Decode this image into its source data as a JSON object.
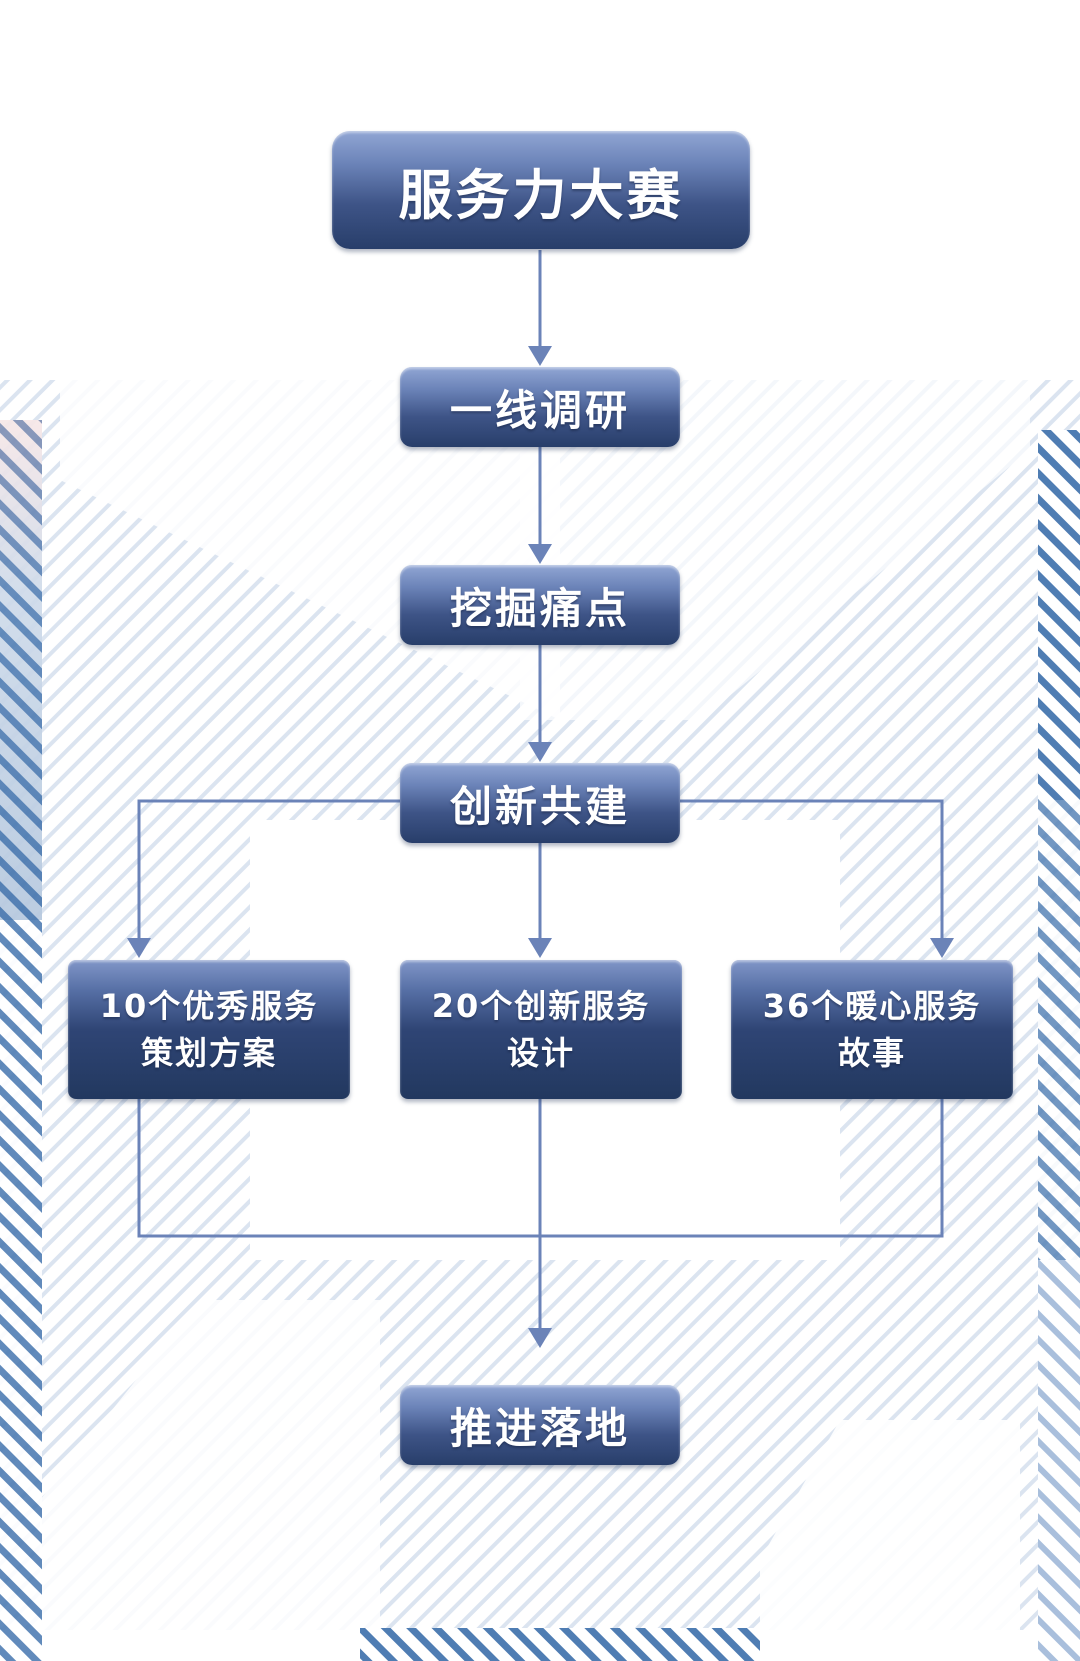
{
  "diagram": {
    "title": "服务力大赛",
    "steps": {
      "research": "一线调研",
      "pain_points": "挖掘痛点",
      "co_create": "创新共建",
      "implement": "推进落地"
    },
    "outcomes": [
      {
        "line1": "10个优秀服务",
        "line2": "策划方案"
      },
      {
        "line1": "20个创新服务",
        "line2": "设计"
      },
      {
        "line1": "36个暖心服务",
        "line2": "故事"
      }
    ]
  },
  "colors": {
    "connector": "#6b83b8",
    "stripe_light": "#c9d6e8",
    "stripe_dark": "#4d79b0"
  }
}
